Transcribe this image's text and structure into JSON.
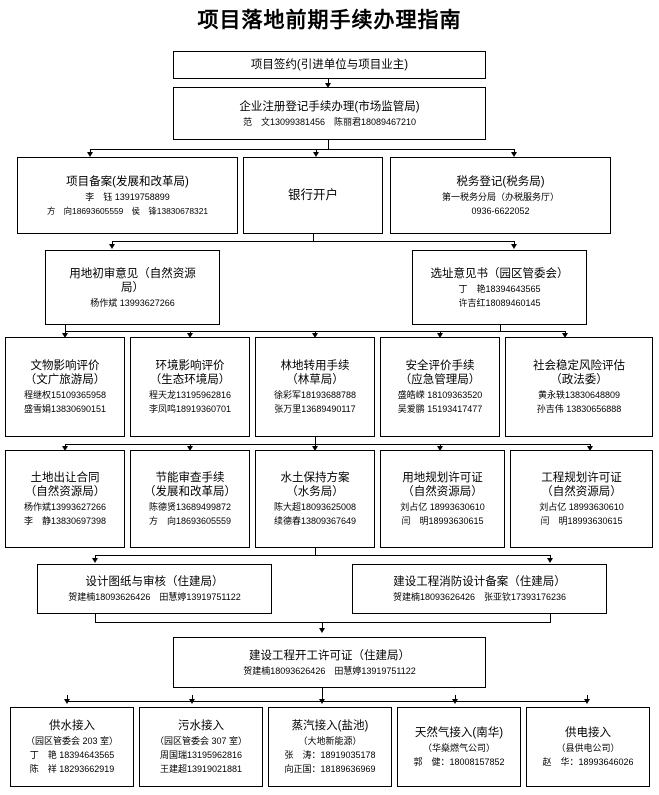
{
  "title": "项目落地前期手续办理指南",
  "nodes": {
    "signing": {
      "title": "项目签约(引进单位与项目业主)"
    },
    "registration": {
      "title": "企业注册登记手续办理(市场监管局)",
      "contacts": "范　文13099381456　陈丽君18089467210"
    },
    "record_filing": {
      "title": "项目备案(发展和改革局)",
      "contact1": "李　钰 13919758899",
      "contact2": "方　向18693605559　侯　锋13830678321"
    },
    "bank_account": {
      "title": "银行开户"
    },
    "tax_registration": {
      "title": "税务登记(税务局)",
      "line2": "第一税务分局（办税服务厅）",
      "line3": "0936-6622052"
    },
    "land_preliminary": {
      "title": "用地初审意见（自然资源",
      "title2": "局）",
      "contact1": "杨作斌 13993627266"
    },
    "site_selection": {
      "title": "选址意见书（园区管委会）",
      "contact1": "丁　艳18394643565",
      "contact2": "许吉红18089460145"
    },
    "eval_row": [
      {
        "title": "文物影响评价",
        "dept": "（文广旅游局）",
        "contact1": "程继权15109365958",
        "contact2": "盛雪娟13830690151"
      },
      {
        "title": "环境影响评价",
        "dept": "（生态环境局）",
        "contact1": "程天龙13195962816",
        "contact2": "李凤鸣18919360701"
      },
      {
        "title": "林地转用手续",
        "dept": "（林草局）",
        "contact1": "徐彩军18193688788",
        "contact2": "张万里13689490117"
      },
      {
        "title": "安全评价手续",
        "dept": "（应急管理局）",
        "contact1": "盛皓嵘 18109363520",
        "contact2": "吴爱鹏 15193417477"
      },
      {
        "title": "社会稳定风险评估",
        "dept": "（政法委）",
        "contact1": "黄永轶13830648809",
        "contact2": "孙吉伟 13830656888"
      }
    ],
    "permit_row": [
      {
        "title": "土地出让合同",
        "dept": "（自然资源局）",
        "contact1": "杨作斌13993627266",
        "contact2": "李　静13830697398"
      },
      {
        "title": "节能审查手续",
        "dept": "（发展和改革局）",
        "contact1": "陈德贤13689499872",
        "contact2": "方　向18693605559"
      },
      {
        "title": "水土保持方案",
        "dept": "（水务局）",
        "contact1": "陈大超18093625008",
        "contact2": "续德春13809367649"
      },
      {
        "title": "用地规划许可证",
        "dept": "（自然资源局）",
        "contact1": "刘占亿 18993630610",
        "contact2": "闫　明18993630615"
      },
      {
        "title": "工程规划许可证",
        "dept": "（自然资源局）",
        "contact1": "刘占亿 18993630610",
        "contact2": "闫　明18993630615"
      }
    ],
    "design_review": {
      "title": "设计图纸与审核（住建局）",
      "contacts": "贺建楠18093626426　田慧婷13919751122"
    },
    "fire_filing": {
      "title": "建设工程消防设计备案（住建局）",
      "contacts": "贺建楠18093626426　张亚钦17393176236"
    },
    "construction_permit": {
      "title": "建设工程开工许可证（住建局）",
      "contacts": "贺建楠18093626426　田慧婷13919751122"
    },
    "utility_row": [
      {
        "title": "供水接入",
        "dept": "（园区管委会 203 室）",
        "contact1": "丁　艳 18394643565",
        "contact2": "陈　祥 18293662919"
      },
      {
        "title": "污水接入",
        "dept": "（园区管委会 307 室）",
        "contact1": "周国瑞13195962816",
        "contact2": "王建超13919021881"
      },
      {
        "title": "蒸汽接入(盐池)",
        "dept": "（大地新能源）",
        "contact1": "张　涛：18919035178",
        "contact2": "向正国：18189636969"
      },
      {
        "title": "天然气接入(南华)",
        "dept": "（华燊燃气公司）",
        "contact1": "郭　健：18008157852",
        "contact2": ""
      },
      {
        "title": "供电接入",
        "dept": "（县供电公司）",
        "contact1": "赵　华：18993646026",
        "contact2": ""
      }
    ]
  },
  "colors": {
    "line": "#000000",
    "background": "#ffffff",
    "text": "#000000"
  }
}
